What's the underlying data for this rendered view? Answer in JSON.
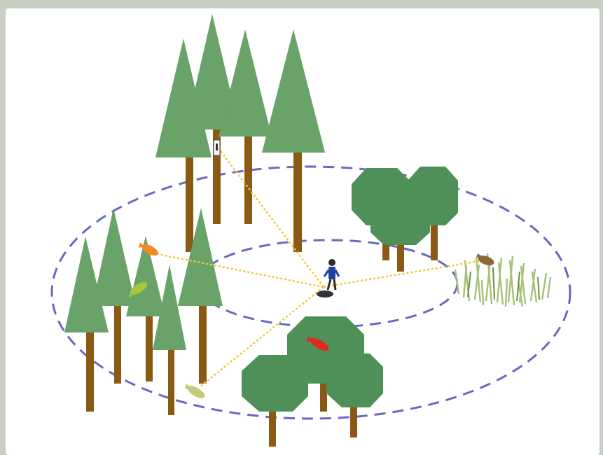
{
  "scene": {
    "type": "point-count bird survey illustration",
    "colors": {
      "frame_background": "#c9cfc2",
      "canvas_background": "#ffffff",
      "conifer_foliage": "#6aa36a",
      "deciduous_foliage": "#4f8f58",
      "tree_trunk": "#8a5a14",
      "survey_circle": "#6a66c4",
      "sight_line": "#f0c838",
      "grass": "#a9c27a",
      "observer_body": "#1f3fa8"
    },
    "survey_circles": [
      {
        "name": "inner-radius",
        "style": "dashed"
      },
      {
        "name": "outer-radius",
        "style": "dashed"
      }
    ],
    "birds": [
      {
        "name": "orange-bird",
        "color": "#f08a24",
        "habitat": "conifer"
      },
      {
        "name": "yellow-green-bird",
        "color": "#a8c83a",
        "habitat": "conifer"
      },
      {
        "name": "pale-olive-bird",
        "color": "#c4c878",
        "habitat": "ground"
      },
      {
        "name": "red-bird",
        "color": "#e02a1e",
        "habitat": "deciduous"
      },
      {
        "name": "brown-bird",
        "color": "#8a6a3a",
        "habitat": "grass"
      },
      {
        "name": "woodpecker",
        "color": "#ffffff",
        "habitat": "tall-conifer-trunk"
      }
    ],
    "observer": {
      "name": "surveyor",
      "icon": "person-icon"
    }
  }
}
